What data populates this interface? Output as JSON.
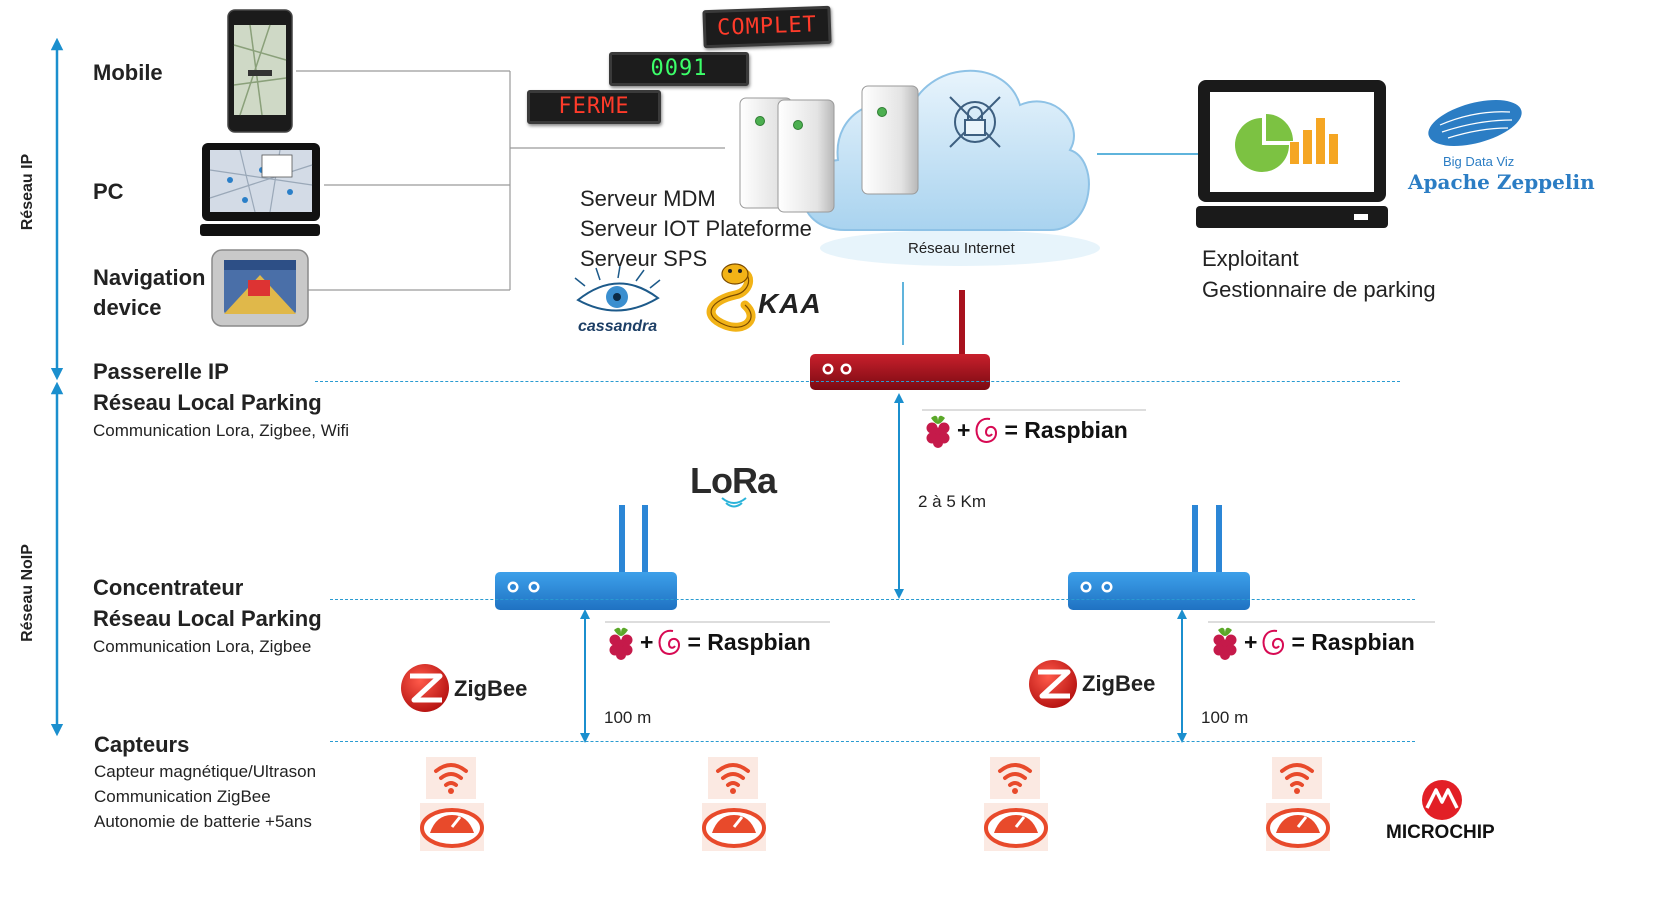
{
  "side_labels": {
    "ip": "Réseau IP",
    "noip": "Réseau NoIP"
  },
  "devices": {
    "mobile": "Mobile",
    "pc": "PC",
    "nav_line1": "Navigation",
    "nav_line2": "device"
  },
  "signs": {
    "complet": "COMPLET",
    "count": "0091",
    "ferme": "FERME"
  },
  "servers": {
    "mdm": "Serveur MDM",
    "iot": "Serveur IOT Plateforme",
    "sps": "Serveur SPS"
  },
  "logos": {
    "cassandra": "cassandra",
    "kaa": "KAA",
    "lora": "LoRa",
    "zigbee": "ZigBee",
    "microchip": "MICROCHIP",
    "zeppelin_small": "Big Data Viz",
    "zeppelin_big": "Apache Zeppelin"
  },
  "cloud_label": "Réseau Internet",
  "operator": {
    "line1": "Exploitant",
    "line2": "Gestionnaire de parking"
  },
  "gateway": {
    "title1": "Passerelle IP",
    "title2": "Réseau Local Parking",
    "sub": "Communication Lora, Zigbee, Wifi"
  },
  "raspbian": "= Raspbian",
  "concentrator": {
    "title1": "Concentrateur",
    "title2": "Réseau Local Parking",
    "sub": "Communication Lora, Zigbee"
  },
  "distances": {
    "long": "2 à 5 Km",
    "short": "100 m"
  },
  "sensors": {
    "title": "Capteurs",
    "line1": "Capteur magnétique/Ultrason",
    "line2": "Communication ZigBee",
    "line3": "Autonomie de batterie +5ans"
  },
  "colors": {
    "accent_blue": "#1b8fce",
    "router_blue": "#2b86d6",
    "router_red": "#a8121e",
    "sign_red": "#ff3b2a",
    "sign_green": "#3cff6a"
  }
}
